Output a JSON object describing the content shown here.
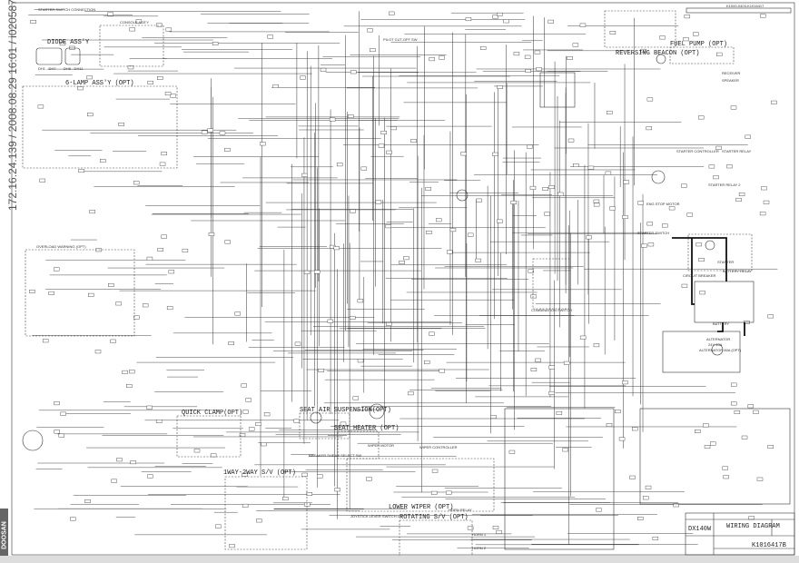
{
  "watermark": "172.16.24.139 / 2008.08.29 16:01 / i0205871",
  "logo": "DOOSAN",
  "drawing_code": "K1000-0403-K1016417",
  "sections": {
    "starter_switch_connection": "STARTER SWITCH CONNECTION",
    "diode_assy": "DIODE ASS'Y",
    "diode_1": "DH1 - DH7",
    "diode_2": "DH8 - DH11",
    "console_assy": "CONSOLE ASS'Y",
    "six_lamp": "6-LAMP ASS'Y (OPT)",
    "overload": "OVERLOAD WARNING (OPT)",
    "quick_clamp": "QUICK CLAMP(OPT)",
    "one_two_way": "1WAY-2WAY S/V (OPT)",
    "seat_air": "SEAT AIR SUSPENSION(OPT)",
    "seat_heater": "SEAT HEATER (OPT)",
    "wiper_motor": "WIPER MOTOR",
    "wiper_controller": "WIPER CONTROLLER",
    "lower_wiper": "LOWER WIPER (OPT)",
    "rotating_sv": "ROTATING S/V (OPT)",
    "joystick": "JOYSTICK LEVER SWITCH LH",
    "horn_relay": "HORN RELAY",
    "horn_1": "HORN 1",
    "horn_2": "HORN 2",
    "reversing_beacon": "REVERSING BEACON (OPT)",
    "fuel_pump": "FUEL PUMP (OPT)",
    "receiver": "RECEIVER",
    "speaker": "SPEAKER",
    "starter_controller": "STARTER CONTROLLER",
    "starter_relay": "STARTER RELAY",
    "starter_relay_2": "STARTER RELAY 2",
    "eng_stop_motor": "ENG STOP MOTOR",
    "starter_switch": "STARTER SWITCH",
    "starter": "STARTER",
    "circuit_breaker": "CIRCUIT BREAKER",
    "battery_relay": "BATTERY RELAY",
    "battery": "BATTERY",
    "alternator": "ALTERNATOR",
    "alternator_rating": "24V 40A",
    "alternator_opt": "ALTERNATOR 80A (OPT)",
    "combination_switch": "COMBINATION SWITCH",
    "pilot_cutoff": "PILOT CUT-OFF SW",
    "breaker_shear": "BREAKER SHEAR SELECT SW"
  },
  "title_block": {
    "model": "DX140W",
    "title": "WIRING DIAGRAM",
    "drawing_no": "K1016417B"
  }
}
